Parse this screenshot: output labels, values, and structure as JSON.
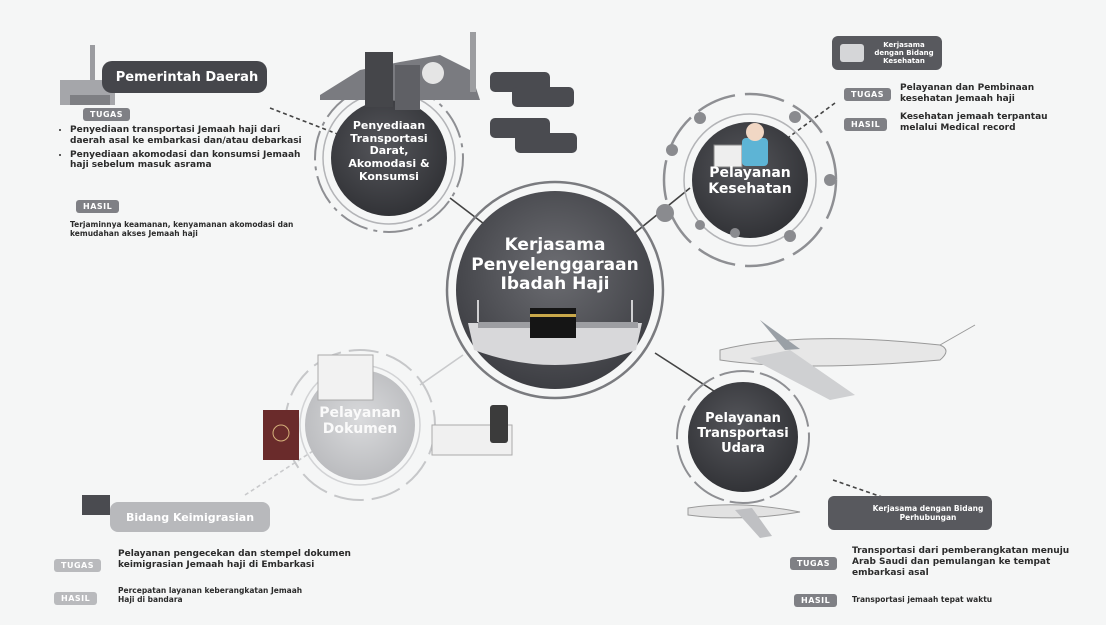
{
  "center": {
    "line1": "Kerjasama",
    "line2": "Penyelenggaraan",
    "line3": "Ibadah Haji"
  },
  "top_left": {
    "banner": "Pemerintah Daerah",
    "circle_lines": [
      "Penyediaan",
      "Transportasi Darat,",
      "Akomodasi &",
      "Konsumsi"
    ],
    "tugas_label": "TUGAS",
    "tugas_items": [
      "Penyediaan transportasi Jemaah haji dari daerah asal ke embarkasi dan/atau debarkasi",
      "Penyediaan akomodasi dan konsumsi Jemaah haji sebelum masuk asrama"
    ],
    "hasil_label": "HASIL",
    "hasil_text": "Terjaminnya keamanan, kenyamanan akomodasi dan kemudahan akses Jemaah haji"
  },
  "top_right": {
    "banner": "Kerjasama dengan Bidang Kesehatan",
    "circle_lines": [
      "Pelayanan",
      "Kesehatan"
    ],
    "tugas_label": "TUGAS",
    "tugas_text": "Pelayanan dan Pembinaan kesehatan Jemaah haji",
    "hasil_label": "HASIL",
    "hasil_text": "Kesehatan jemaah terpantau melalui Medical record"
  },
  "bottom_left": {
    "banner": "Bidang Keimigrasian",
    "circle_lines": [
      "Pelayanan",
      "Dokumen"
    ],
    "tugas_label": "TUGAS",
    "tugas_text": "Pelayanan pengecekan dan stempel dokumen keimigrasian Jemaah haji di Embarkasi",
    "hasil_label": "HASIL",
    "hasil_text": "Percepatan layanan keberangkatan Jemaah Haji di bandara"
  },
  "bottom_right": {
    "banner": "Kerjasama dengan Bidang Perhubungan",
    "circle_lines": [
      "Pelayanan",
      "Transportasi",
      "Udara"
    ],
    "tugas_label": "TUGAS",
    "tugas_text": "Transportasi dari pemberangkatan menuju Arab Saudi dan pemulangan ke tempat embarkasi asal",
    "hasil_label": "HASIL",
    "hasil_text": "Transportasi jemaah tepat waktu"
  },
  "colors": {
    "dark_circle": "#3f4045",
    "ring": "#9a9b9f",
    "center_fill": "#5a5b60",
    "tag": "#7f8085",
    "line": "#444"
  }
}
